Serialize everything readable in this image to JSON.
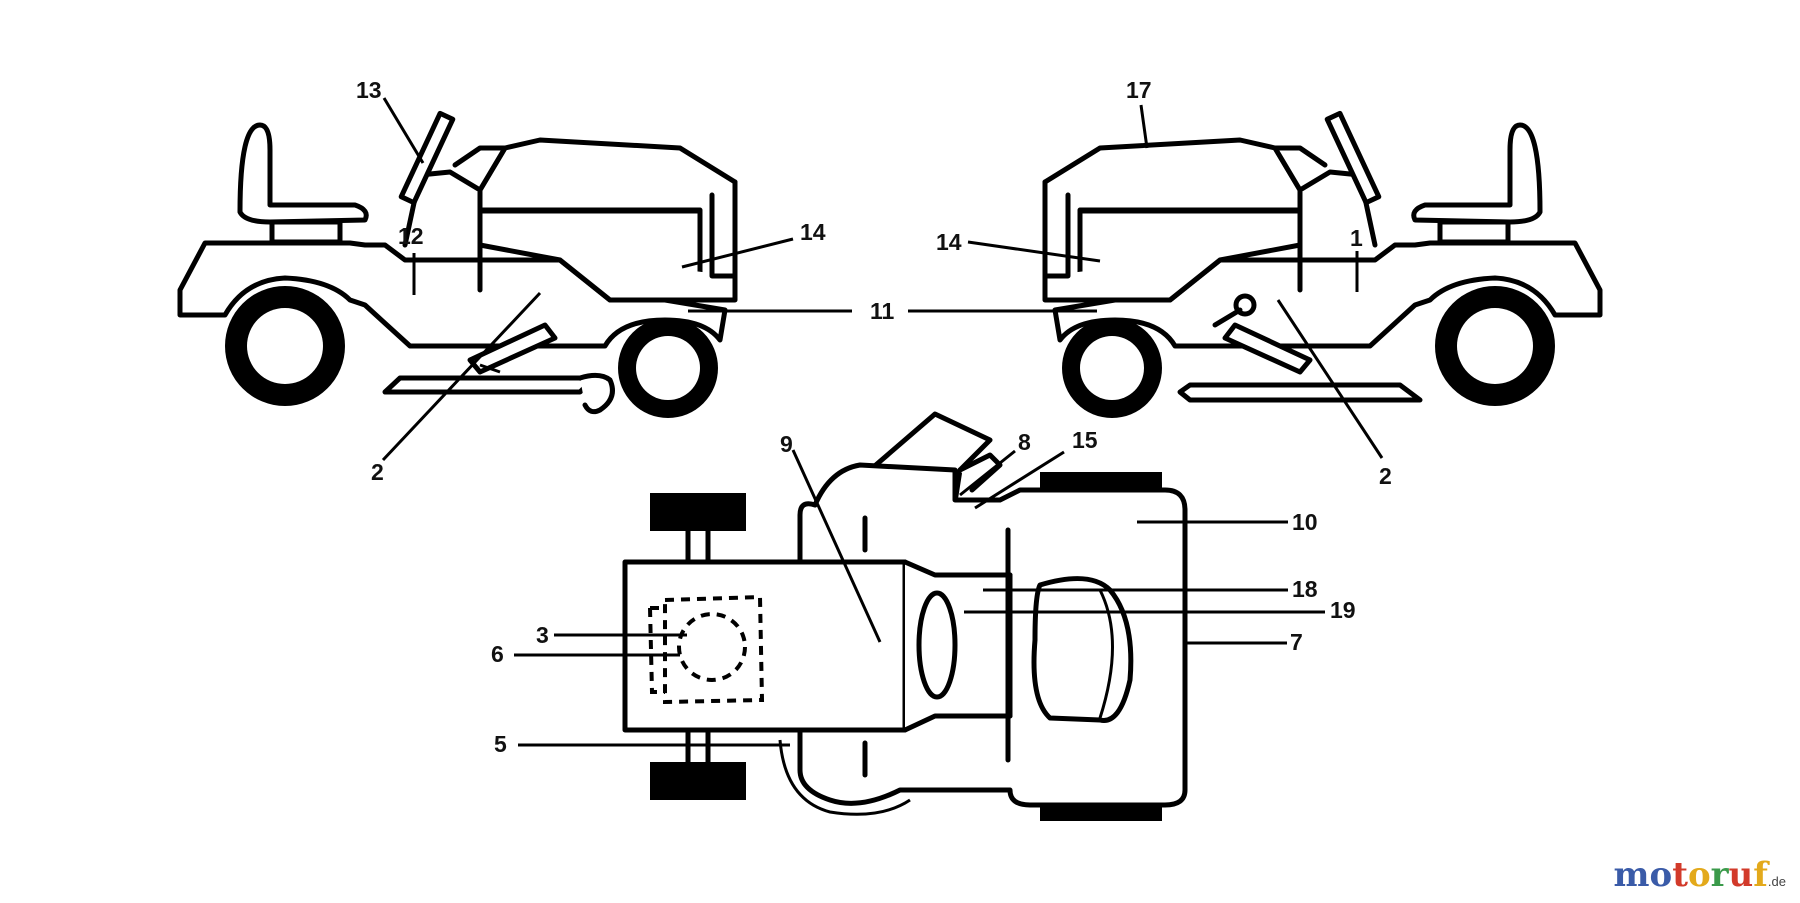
{
  "callouts": {
    "c1": "1",
    "c2a": "2",
    "c2b": "2",
    "c3": "3",
    "c5": "5",
    "c6": "6",
    "c7": "7",
    "c8": "8",
    "c9": "9",
    "c10": "10",
    "c11": "11",
    "c12": "12",
    "c13": "13",
    "c14a": "14",
    "c14b": "14",
    "c15": "15",
    "c17": "17",
    "c18": "18",
    "c19": "19"
  },
  "watermark": {
    "letters": [
      "m",
      "o",
      "t",
      "o",
      "r",
      "u",
      "f"
    ],
    "colors": [
      "#3a5ba8",
      "#3a5ba8",
      "#d23a2a",
      "#e3a91b",
      "#3a9a4a",
      "#d23a2a",
      "#e3a91b"
    ],
    "domain": ".de"
  }
}
